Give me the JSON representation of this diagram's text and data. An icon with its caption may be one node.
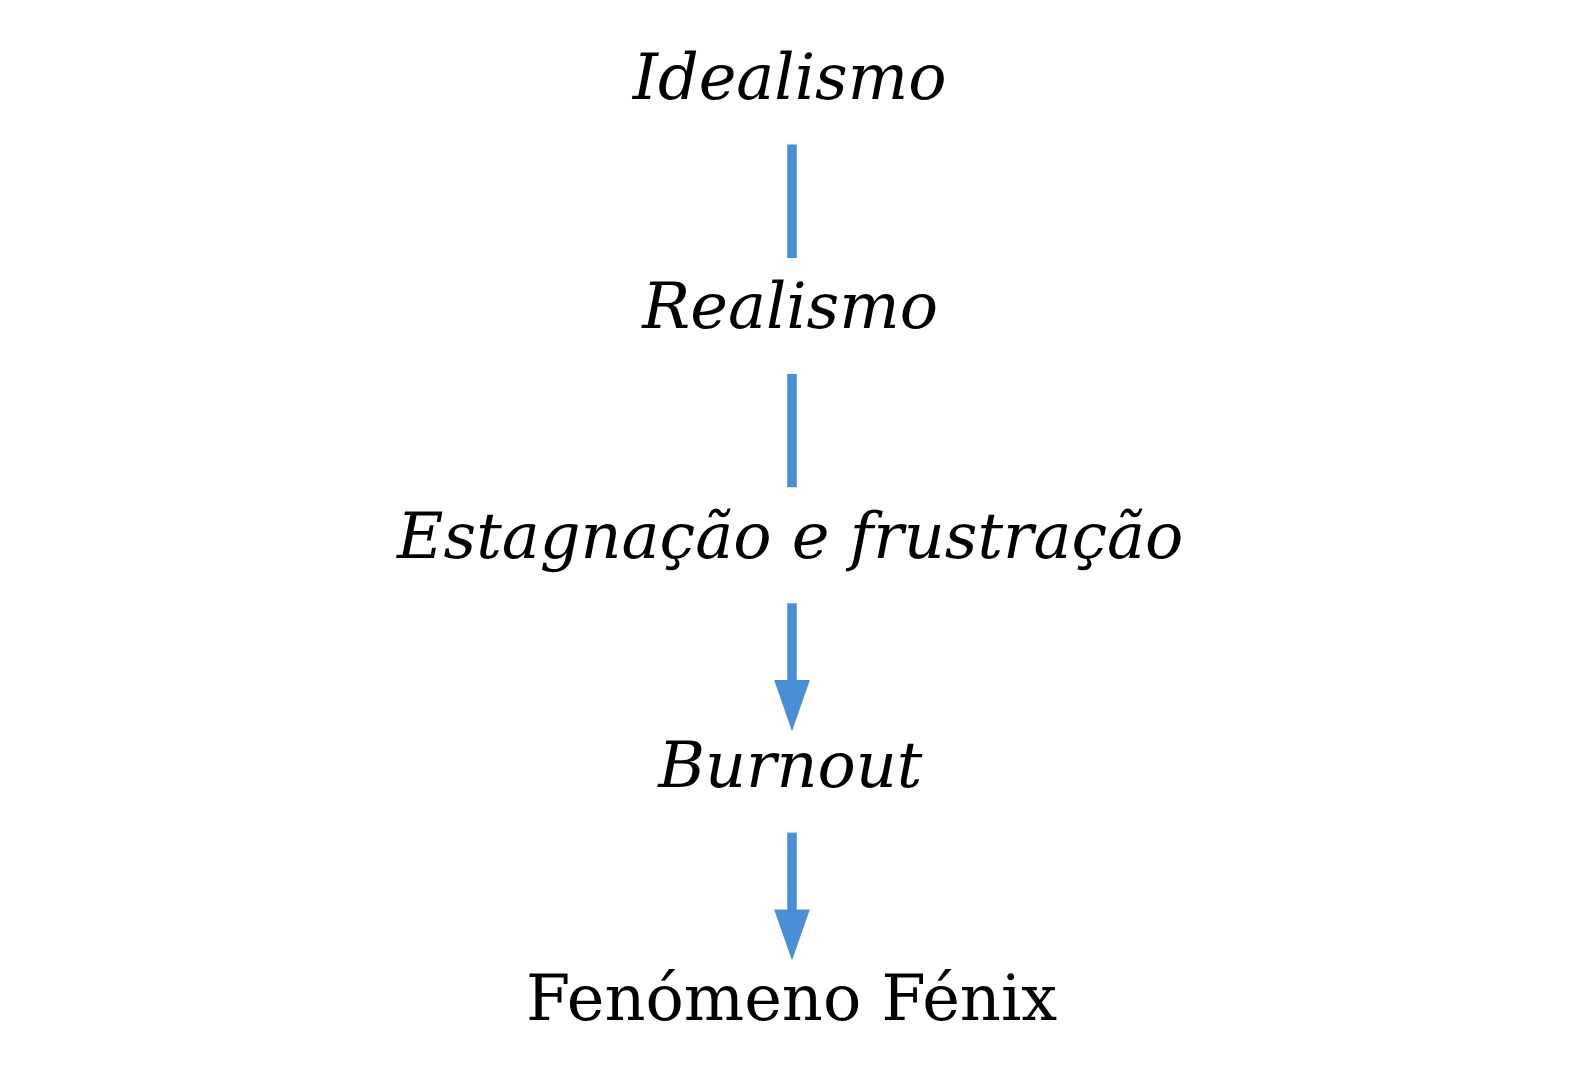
{
  "diagram": {
    "nodes": [
      {
        "text": [
          "Idealismo"
        ]
      },
      {
        "text": [
          "Realismo"
        ]
      },
      {
        "text": [
          "Estagnação e frustração"
        ]
      },
      {
        "text": [
          "Burnout"
        ]
      },
      {
        "text": [
          "Fenómeno Fénix"
        ]
      }
    ],
    "edges": [
      {
        "from": 0,
        "to": 1,
        "arrow": "none"
      },
      {
        "from": 1,
        "to": 2,
        "arrow": "none"
      },
      {
        "from": 2,
        "to": 3,
        "arrow": "to"
      },
      {
        "from": 3,
        "to": 4,
        "arrow": "to"
      }
    ]
  }
}
